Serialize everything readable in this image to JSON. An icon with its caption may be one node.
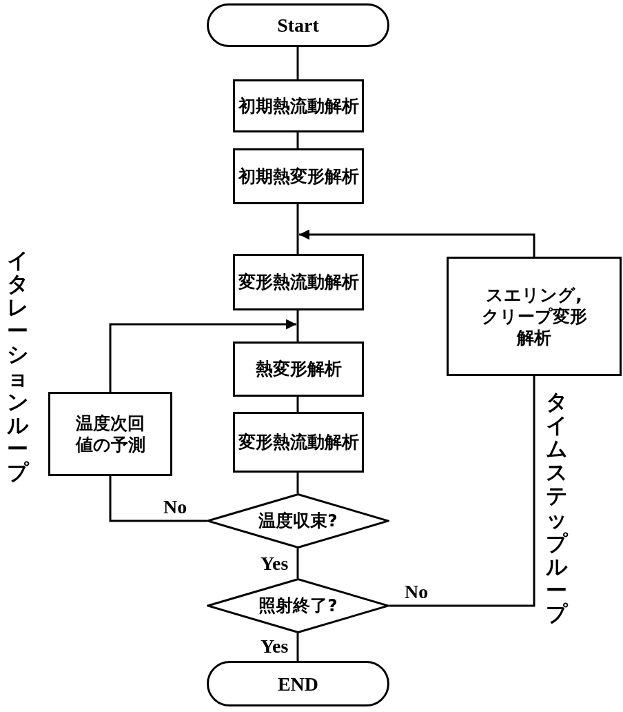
{
  "diagram": {
    "nodes": [
      {
        "text": [
          "Start"
        ]
      },
      {
        "text": [
          "初期熱流動解析"
        ]
      },
      {
        "text": [
          "初期熱変形解析"
        ]
      },
      {
        "text": [
          "変形熱流動解析"
        ]
      },
      {
        "text": [
          "スエリング,クリープ変形解析"
        ]
      },
      {
        "text": [
          "温度次回値の予測"
        ]
      },
      {
        "text": [
          "熱変形解析"
        ]
      },
      {
        "text": [
          "変形熱流動解析"
        ]
      },
      {
        "text": [
          "温度収束?"
        ]
      },
      {
        "text": [
          "照射終了?"
        ]
      },
      {
        "text": [
          "END"
        ]
      }
    ],
    "edges": [
      {
        "from": 0,
        "to": 1,
        "arrow": "none"
      },
      {
        "from": 1,
        "to": 2,
        "arrow": "none"
      },
      {
        "from": 2,
        "to": 3,
        "arrow": "none"
      },
      {
        "from": 3,
        "to": 6,
        "arrow": "none"
      },
      {
        "from": 6,
        "to": 7,
        "arrow": "none"
      },
      {
        "from": 7,
        "to": 8,
        "arrow": "none"
      },
      {
        "from": 8,
        "to": 9,
        "arrow": "none",
        "label": "Yes"
      },
      {
        "from": 9,
        "to": 10,
        "arrow": "none",
        "label": "Yes"
      },
      {
        "from": 8,
        "to": 5,
        "arrow": "none",
        "label": "No"
      },
      {
        "from": 5,
        "to": 6,
        "arrow": "to"
      },
      {
        "from": 9,
        "to": 4,
        "arrow": "none",
        "label": "No"
      },
      {
        "from": 4,
        "to": 3,
        "arrow": "to"
      }
    ],
    "labels": [
      "イタレーションループ",
      "タイムステップループ"
    ]
  }
}
